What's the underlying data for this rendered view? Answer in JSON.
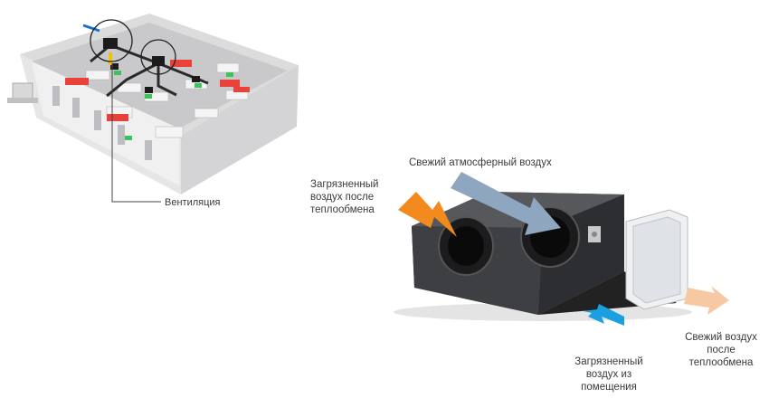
{
  "labels": {
    "ventilation": "Вентиляция",
    "fresh_outdoor_air": "Свежий атмосферный воздух",
    "exhaust_after": [
      "Загрязненный",
      "воздух после",
      "теплообмена"
    ],
    "fresh_after": [
      "Свежий воздух",
      "после",
      "теплообмена"
    ],
    "dirty_room_air": [
      "Загрязненный",
      "воздух из",
      "помещения"
    ]
  },
  "colors": {
    "exhaust_arrow": "#f28a1e",
    "fresh_in_arrow": "#8fa6c0",
    "fresh_out_arrow": "#f7c9a3",
    "room_air_arrow": "#1aa0e0",
    "unit_body": "#333538",
    "room_floor": "#c9c9cc",
    "hvac_red": "#e8423a",
    "hvac_green": "#3cc45a"
  }
}
